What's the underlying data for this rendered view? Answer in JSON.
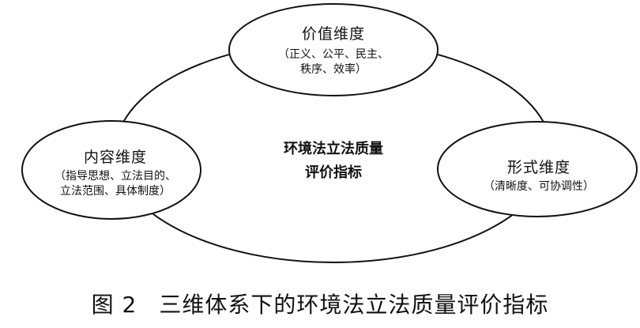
{
  "diagram": {
    "center_title": [
      "环境法立法质量",
      "评价指标"
    ],
    "nodes": {
      "value": {
        "title": "价值维度",
        "detail": [
          "（正义、公平、民主、",
          "秩序、效率）"
        ]
      },
      "content": {
        "title": "内容维度",
        "detail": [
          "（指导思想、立法目的、",
          "立法范围、具体制度）"
        ]
      },
      "form": {
        "title": "形式维度",
        "detail": [
          "（清晰度、可协调性）"
        ]
      }
    }
  },
  "caption": {
    "figure_number": "图 2",
    "title": "三维体系下的环境法立法质量评价指标"
  }
}
